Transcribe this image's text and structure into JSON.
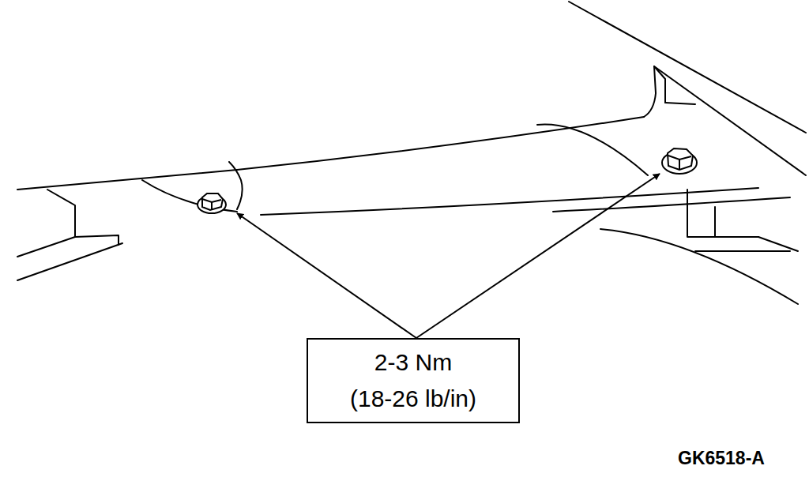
{
  "diagram": {
    "nodes": [
      {
        "text": [
          "2-3 Nm",
          "(18-26 lb/in)"
        ]
      }
    ],
    "labels": [
      "GK6518-A"
    ]
  }
}
